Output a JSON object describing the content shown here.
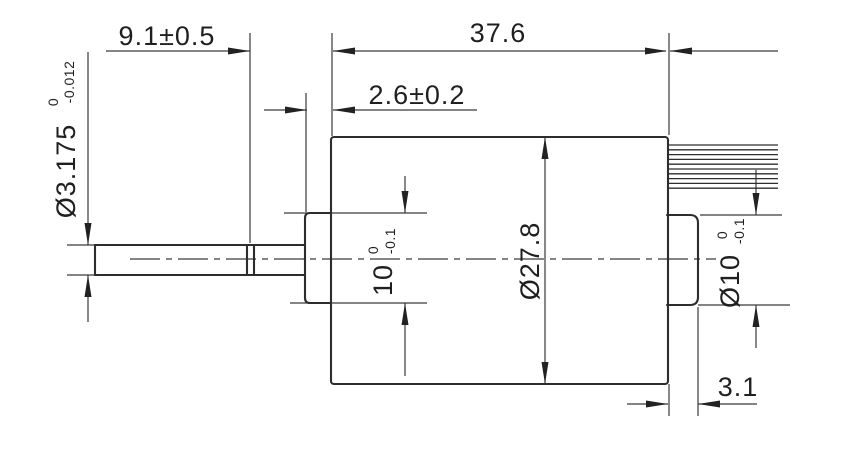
{
  "drawing": {
    "type": "engineering-dimension-drawing",
    "subject": "dc-motor-side-view",
    "colors": {
      "background": "#ffffff",
      "line": "#2d2d2d",
      "text": "#1f1f1f"
    },
    "dimensions": {
      "shaft_length": "9.1±0.5",
      "body_length": "37.6",
      "front_boss_protrusion": "2.6±0.2",
      "rear_boss_length": "3.1",
      "shaft_diameter": {
        "value": "Ø3.175",
        "upper_tol": "0",
        "lower_tol": "-0.012"
      },
      "front_boss_diameter": {
        "value": "10",
        "upper_tol": "0",
        "lower_tol": "-0.1"
      },
      "body_diameter": {
        "value": "Ø27.8"
      },
      "rear_boss_diameter": {
        "value": "Ø10",
        "upper_tol": "0",
        "lower_tol": "-0.1"
      }
    }
  }
}
